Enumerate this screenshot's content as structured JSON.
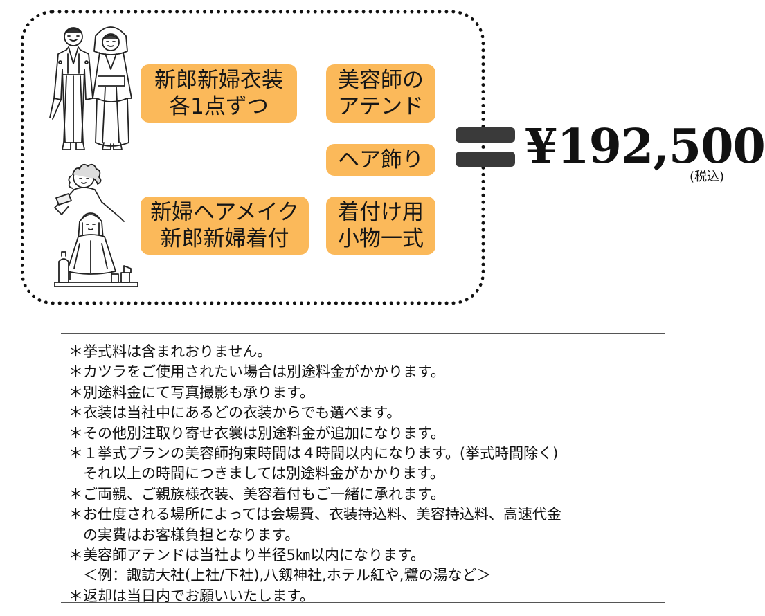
{
  "package": {
    "items": {
      "costume": [
        "新郎新婦衣装",
        "各1点ずつ"
      ],
      "attend": [
        "美容師の",
        "アテンド"
      ],
      "hair": [
        "ヘア飾り"
      ],
      "makeup": [
        "新婦ヘアメイク",
        "新郎新婦着付"
      ],
      "kimono": [
        "着付け用",
        "小物一式"
      ]
    },
    "illustrations": [
      "wedding-couple-illustration",
      "hair-stylist-illustration"
    ],
    "colors": {
      "tag": "#fbb95a",
      "equals": "#3a3a3a",
      "border": "#111111"
    }
  },
  "price": {
    "amount": "¥192,500",
    "tax_note": "(税込)"
  },
  "notes": [
    "＊挙式料は含まれおりません。",
    "＊カツラをご使用されたい場合は別途料金がかかります。",
    "＊別途料金にて写真撮影も承ります。",
    "＊衣装は当社中にあるどの衣装からでも選べます。",
    "＊その他別注取り寄せ衣裳は別途料金が追加になります。",
    "＊１挙式プランの美容師拘束時間は４時間以内になります。(挙式時間除く)",
    "　それ以上の時間につきましては別途料金がかかります。",
    "＊ご両親、ご親族様衣装、美容着付もご一緒に承れます。",
    "＊お仕度される場所によっては会場費、衣装持込料、美容持込料、高速代金",
    "　の実費はお客様負担となります。",
    "＊美容師アテンドは当社より半径5㎞以内になります。",
    "　＜例：諏訪大社(上社/下社),八剱神社,ホテル紅や,鷺の湯など＞",
    "＊返却は当日内でお願いいたします。"
  ]
}
